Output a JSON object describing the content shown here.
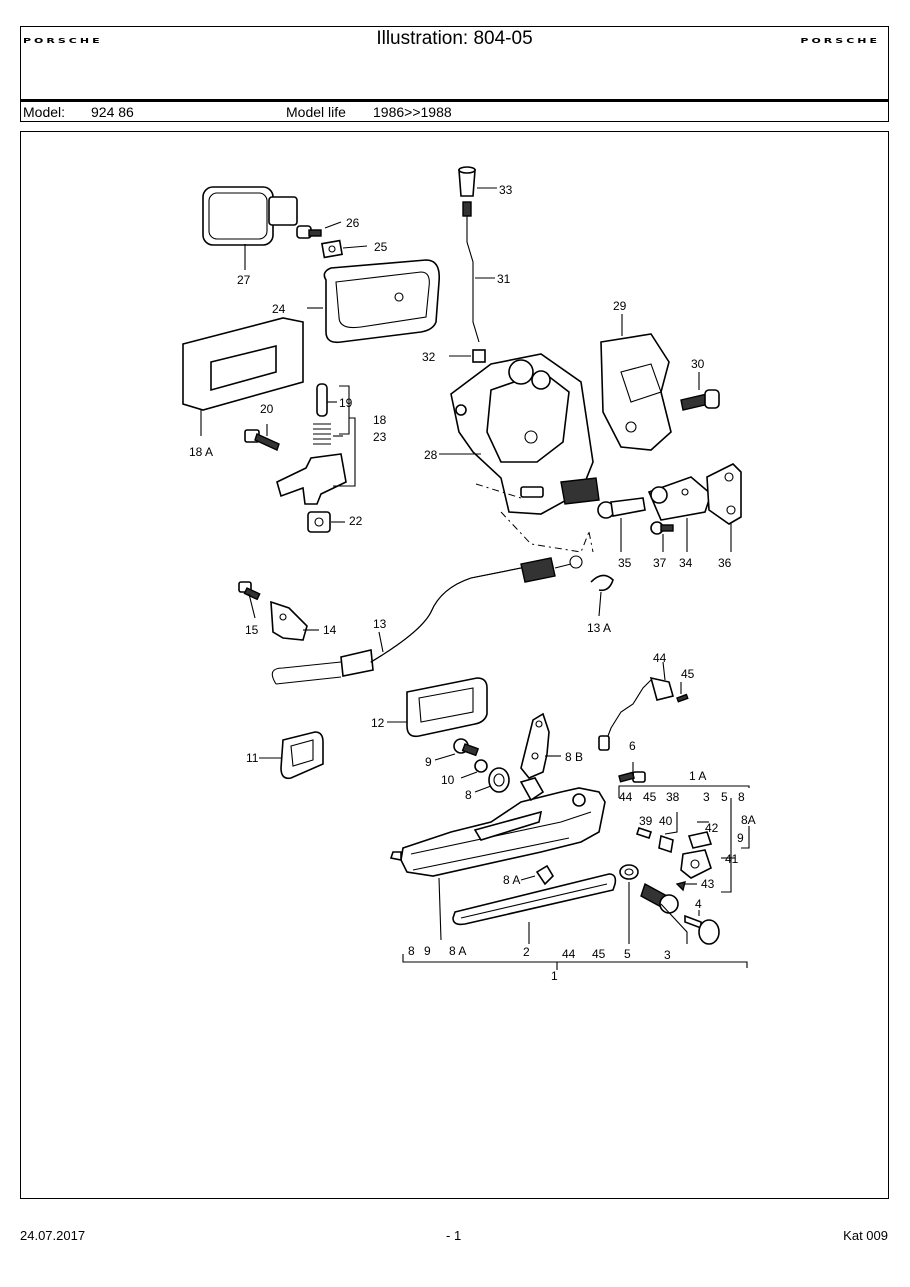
{
  "header": {
    "brand": "PORSCHE",
    "title": "Illustration: 804-05",
    "model_label": "Model:",
    "model_value": "924 86",
    "model_life_label": "Model life",
    "model_life_value": "1986>>1988"
  },
  "callouts": [
    "33",
    "26",
    "25",
    "27",
    "31",
    "24",
    "29",
    "30",
    "32",
    "19",
    "18",
    "23",
    "20",
    "18 A",
    "28",
    "22",
    "35",
    "37",
    "34",
    "36",
    "15",
    "14",
    "13",
    "13 A",
    "44",
    "45",
    "12",
    "11",
    "9",
    "8 B",
    "6",
    "1 A",
    "10",
    "8",
    "44",
    "45",
    "38",
    "3",
    "5",
    "8",
    "39",
    "40",
    "42",
    "8A",
    "9",
    "41",
    "8 A",
    "43",
    "4",
    "8",
    "9",
    "8 A",
    "2",
    "44",
    "45",
    "5",
    "3",
    "1"
  ],
  "footer": {
    "date": "24.07.2017",
    "page": "- 1",
    "catalog": "Kat 009"
  }
}
